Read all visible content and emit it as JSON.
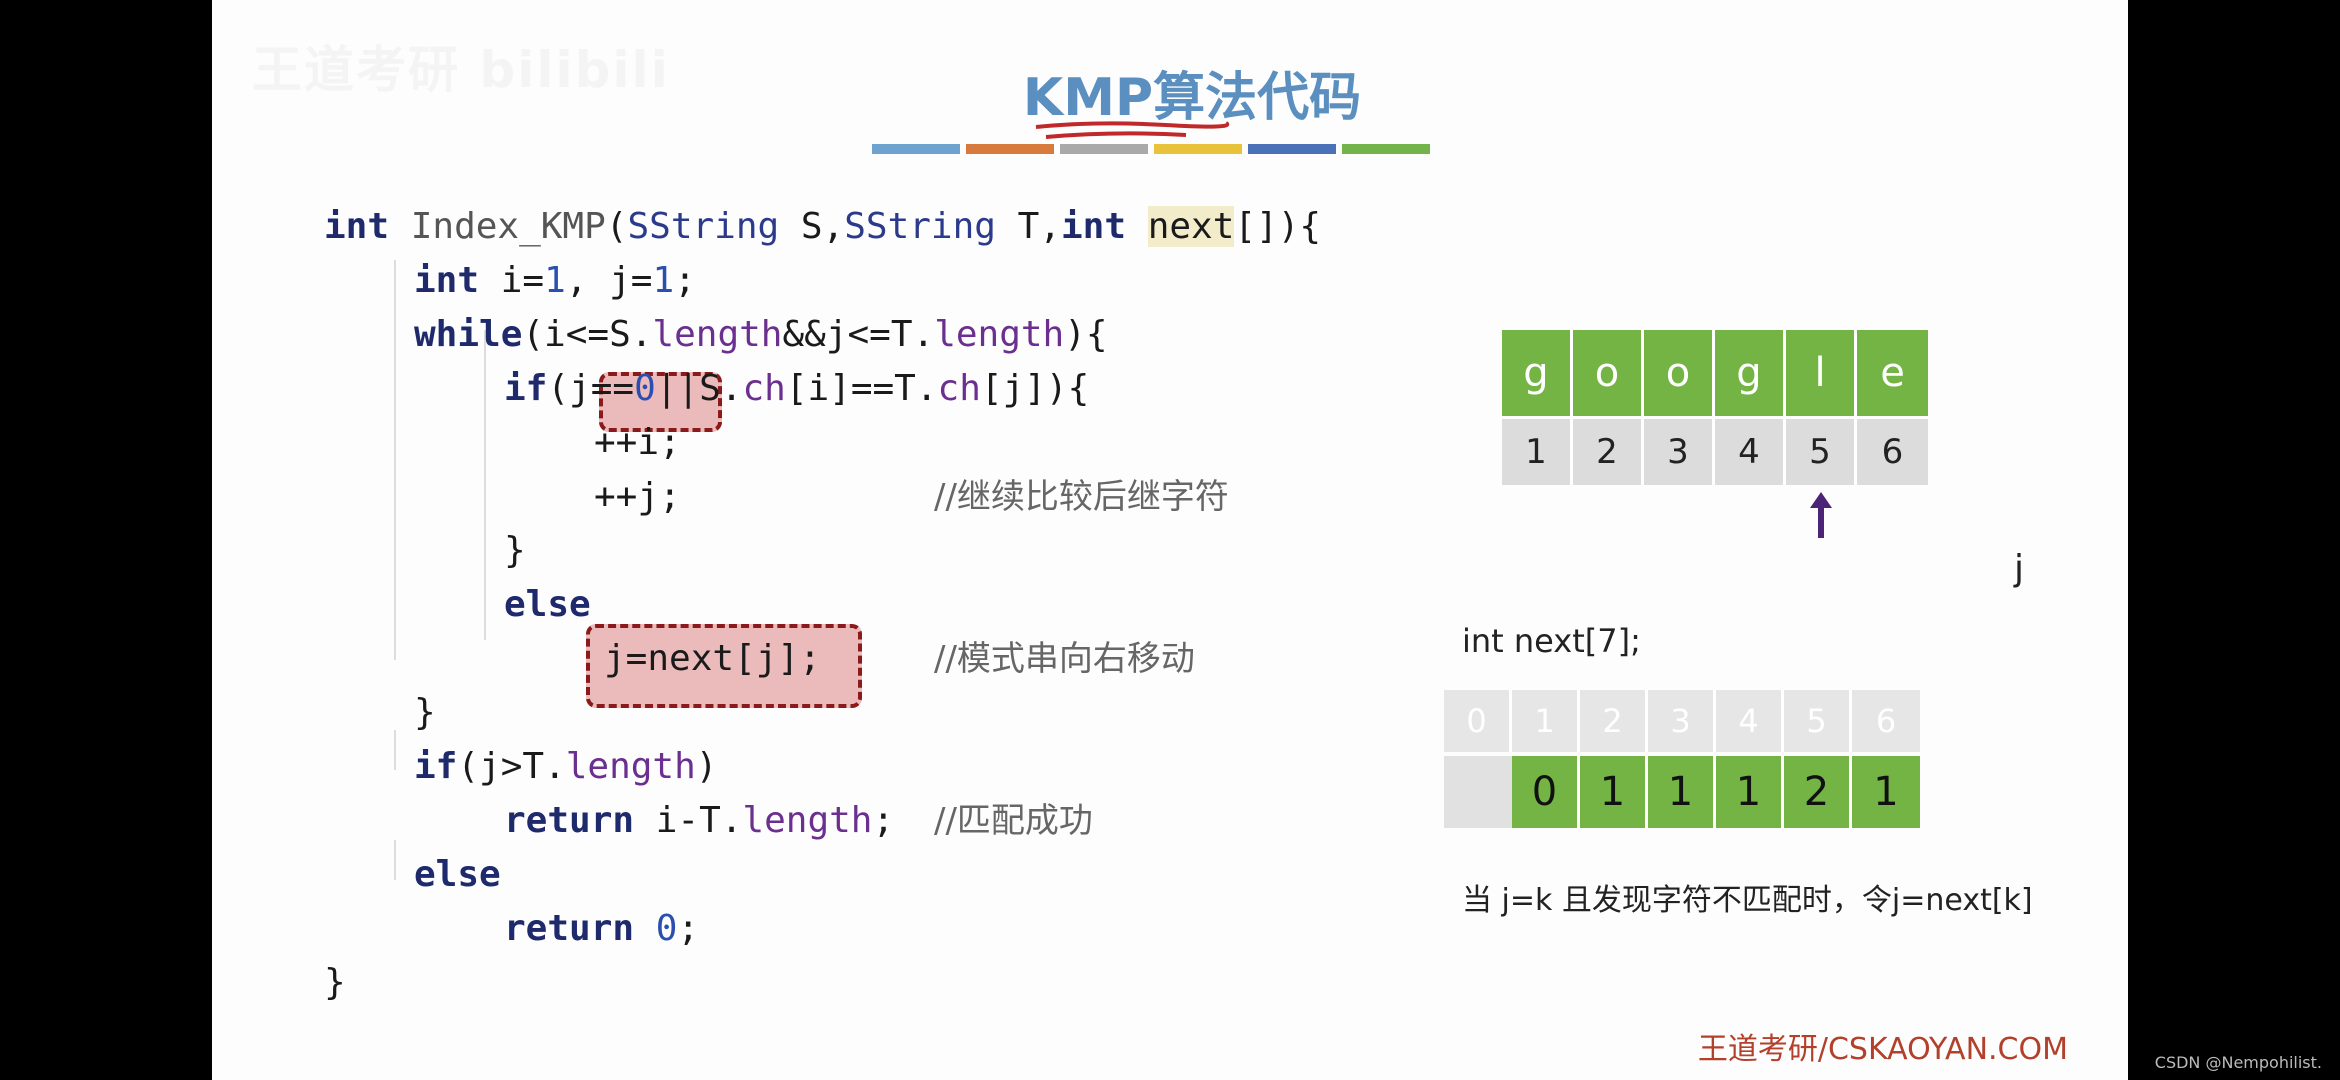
{
  "slide": {
    "watermark": "王道考研 bilibili",
    "title": "KMP算法代码",
    "color_bar": [
      "#6fa3cf",
      "#d97a3d",
      "#a9a9a9",
      "#e7c23a",
      "#4b72b8",
      "#73b44a"
    ],
    "footer": "王道考研/CSKAOYAN.COM"
  },
  "code": {
    "l1": {
      "kw1": "int",
      "fn": "Index_KMP",
      "p1": "(",
      "ty1": "SString",
      "p2": " S,",
      "ty2": "SString",
      "p3": " T,",
      "kw2": "int",
      "sp": " ",
      "hl": "next",
      "p4": "[]){"
    },
    "l2": {
      "kw": "int",
      "a": " i=",
      "n1": "1",
      "b": ", j=",
      "n2": "1",
      "c": ";"
    },
    "l3": {
      "kw": "while",
      "a": "(i<=S.",
      "m1": "length",
      "b": "&&j<=T.",
      "m2": "length",
      "c": "){"
    },
    "l4": {
      "kw": "if",
      "a": "(j==",
      "n": "0",
      "b": "||S.",
      "m1": "ch",
      "c": "[i]==T.",
      "m2": "ch",
      "d": "[j]){"
    },
    "l5": "++i;",
    "l6": "++j;",
    "c6": "//继续比较后继字符",
    "l7": "}",
    "l8": "else",
    "l9": "j=next[j];",
    "c9": "//模式串向右移动",
    "l10": "}",
    "l11": {
      "kw": "if",
      "a": "(j>T.",
      "m": "length",
      "b": ")"
    },
    "l12": {
      "kw": "return",
      "a": " i-T.",
      "m": "length",
      "b": ";"
    },
    "c12": "//匹配成功",
    "l13": "else",
    "l14": {
      "kw": "return",
      "sp": " ",
      "n": "0",
      "b": ";"
    },
    "l15": "}"
  },
  "pattern": {
    "chars": [
      "g",
      "o",
      "o",
      "g",
      "l",
      "e"
    ],
    "indices": [
      "1",
      "2",
      "3",
      "4",
      "5",
      "6"
    ],
    "pointer_label": "j",
    "pointer_index": 5
  },
  "next_array": {
    "declaration": "int next[7];",
    "indices": [
      "0",
      "1",
      "2",
      "3",
      "4",
      "5",
      "6"
    ],
    "values": [
      "",
      "0",
      "1",
      "1",
      "1",
      "2",
      "1"
    ]
  },
  "note": "当 j=k 且发现字符不匹配时，令j=next[k]",
  "csdn": "CSDN @Nempohilist."
}
